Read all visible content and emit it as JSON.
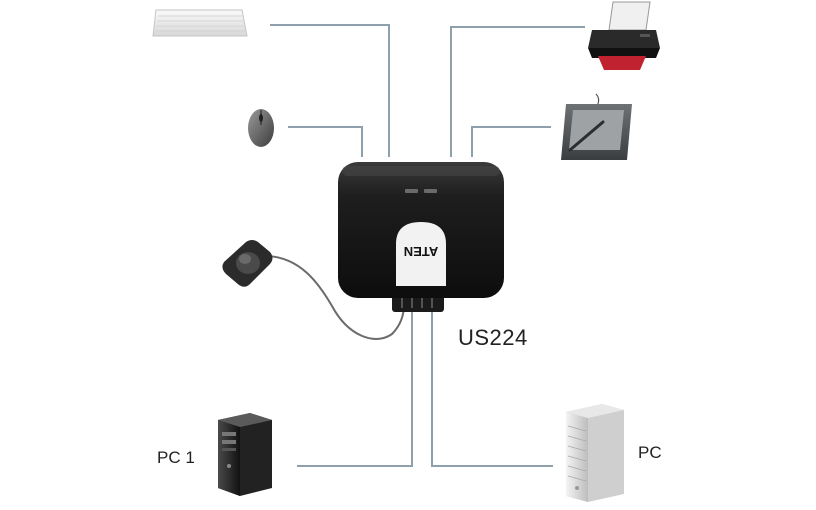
{
  "diagram": {
    "device": {
      "model": "US224",
      "brand_logo": "ATEN",
      "icon": "usb-sharing-switch-icon"
    },
    "peripherals": [
      {
        "name": "keyboard",
        "icon": "keyboard-icon"
      },
      {
        "name": "mouse",
        "icon": "mouse-icon"
      },
      {
        "name": "remote-port-selector",
        "icon": "remote-button-icon"
      },
      {
        "name": "printer",
        "icon": "printer-icon"
      },
      {
        "name": "graphics-tablet",
        "icon": "tablet-icon"
      }
    ],
    "computers": [
      {
        "label": "PC 1",
        "icon": "tower-pc-icon"
      },
      {
        "label": "PC",
        "icon": "mac-pro-icon"
      }
    ],
    "colors": {
      "connector_line": "#8ea0ab",
      "device_body": "#1b1b1b",
      "cable": "#6b6b6b"
    }
  }
}
